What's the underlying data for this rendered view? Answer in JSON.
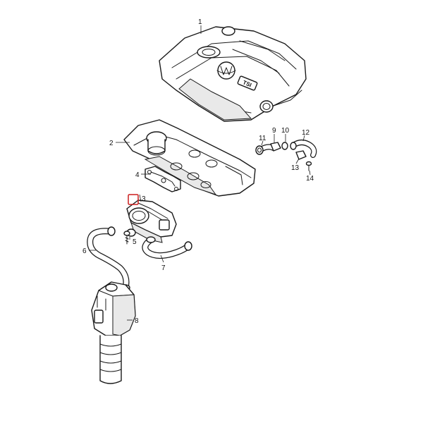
{
  "callouts": [
    {
      "id": "1",
      "label": "1"
    },
    {
      "id": "2",
      "label": "2"
    },
    {
      "id": "3",
      "label": "3"
    },
    {
      "id": "4",
      "label": "4"
    },
    {
      "id": "5",
      "label": "5"
    },
    {
      "id": "6",
      "label": "6"
    },
    {
      "id": "7",
      "label": "7"
    },
    {
      "id": "8",
      "label": "8"
    },
    {
      "id": "9",
      "label": "9"
    },
    {
      "id": "10",
      "label": "10"
    },
    {
      "id": "11",
      "label": "11"
    },
    {
      "id": "12",
      "label": "12"
    },
    {
      "id": "13",
      "label": "13"
    },
    {
      "id": "14",
      "label": "14"
    }
  ],
  "cover_badge": "TSI",
  "highlight_color": "#cc1f1f",
  "highlighted_part": "3"
}
